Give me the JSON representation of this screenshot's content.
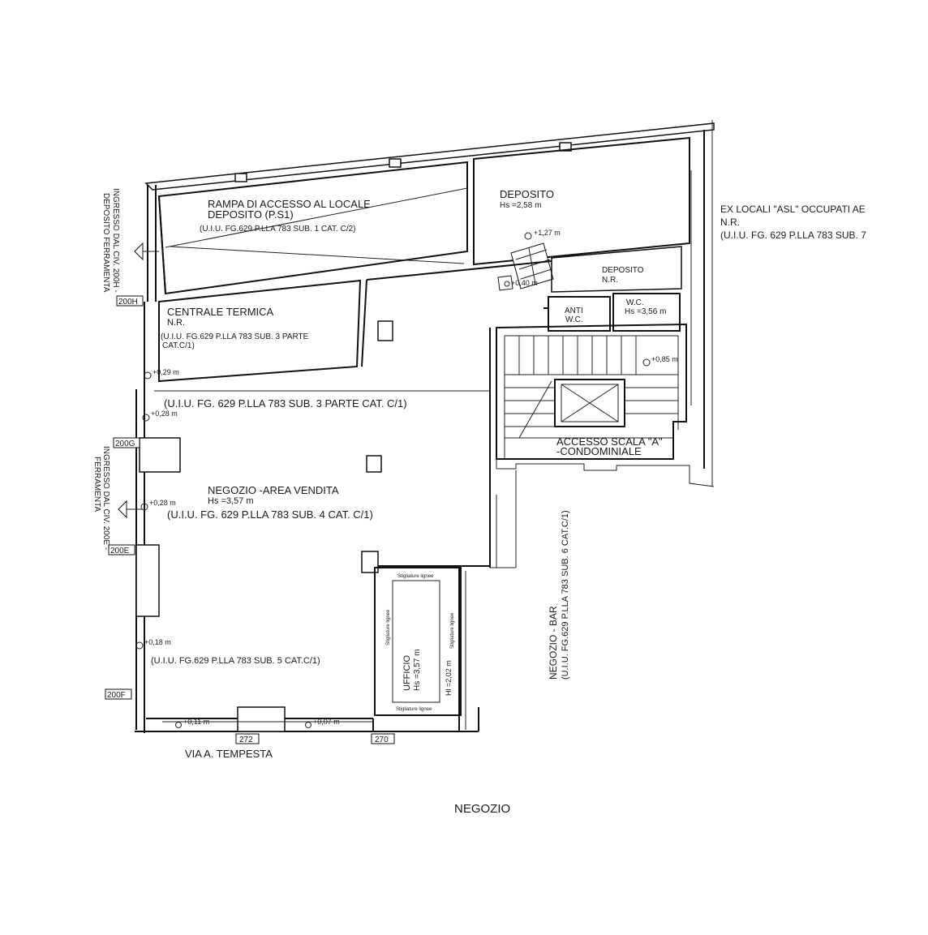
{
  "rooms": {
    "rampa_title": "RAMPA DI ACCESSO AL LOCALE",
    "rampa_sub": "DEPOSITO (P.S1)",
    "rampa_uiu": "(U.I.U. FG.629 P.LLA 783 SUB. 1 CAT. C/2)",
    "deposito_title": "DEPOSITO",
    "deposito_hs": "Hs =2,58 m",
    "deposito_level": "+1,27 m",
    "deposito_nr_title": "DEPOSITO",
    "deposito_nr_sub": "N.R.",
    "stair_level": "+0,40 m",
    "anti_wc_1": "ANTI",
    "anti_wc_2": "W.C.",
    "wc_title": "W.C.",
    "wc_hs": "Hs =3,56 m",
    "centrale_title": "CENTRALE TERMICA",
    "centrale_sub": "N.R.",
    "centrale_uiu_1": "(U.I.U. FG.629 P.LLA 783 SUB. 3 PARTE",
    "centrale_uiu_2": "CAT.C/1)",
    "level_029": "+0,29 m",
    "sub3_uiu": "(U.I.U. FG. 629 P.LLA 783 SUB. 3 PARTE CAT. C/1)",
    "level_028a": "+0,28 m",
    "level_028b": "+0,28 m",
    "negozio_title": "NEGOZIO -AREA VENDITA",
    "negozio_hs": "Hs =3,57 m",
    "negozio_uiu": "(U.I.U. FG. 629 P.LLA 783 SUB. 4 CAT. C/1)",
    "level_018": "+0,18 m",
    "sub5_uiu": "(U.I.U. FG.629 P.LLA 783 SUB. 5 CAT.C/1)",
    "level_011": "+0,11 m",
    "level_007": "+0,07 m",
    "level_085": "+0,85 m",
    "scala_1": "ACCESSO SCALA \"A\"",
    "scala_2": "-CONDOMINIALE",
    "ufficio_title": "UFFICIO",
    "ufficio_hs": "Hs =3,57 m",
    "ufficio_hl": "Hl =2,02 m",
    "soppalco_top": "Stigliature lignee",
    "soppalco_bottom": "Stigliature lignee",
    "soppalco_right": "Stigliature lignee",
    "soppalco_left": "Stigliature lignee"
  },
  "neighbors": {
    "asl_1": "EX LOCALI \"ASL\" OCCUPATI AE",
    "asl_2": "N.R.",
    "asl_3": "(U.I.U. FG. 629 P.LLA 783 SUB. 7",
    "bar_1": "NEGOZIO - BAR",
    "bar_2": "(U.I.U. FG.629 P.LLA 783 SUB. 6 CAT.C/1)"
  },
  "entrances": {
    "top_1": "INGRESSO DAL CIV. 200H -",
    "top_2": "DEPOSITO FERRAMENTA",
    "mid_1": "INGRESSO DAL CIV. 200E -",
    "mid_2": "FERRAMENTA"
  },
  "civic_numbers": {
    "c200h": "200H",
    "c200g": "200G",
    "c200e": "200E",
    "c200f": "200F",
    "c272": "272",
    "c270": "270"
  },
  "street": "VIA A. TEMPESTA",
  "caption": "NEGOZIO"
}
